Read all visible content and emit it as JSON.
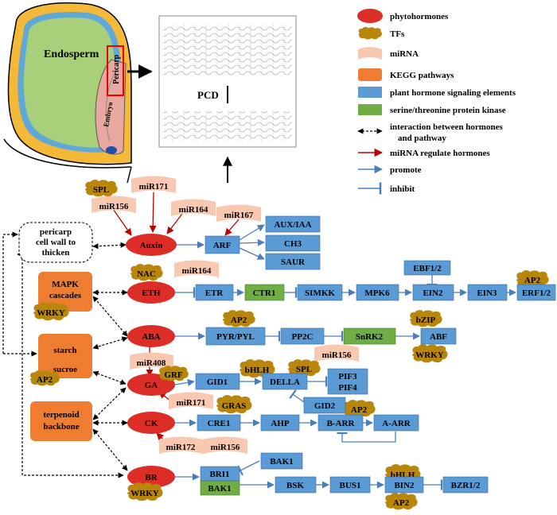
{
  "legend": {
    "phytohormones": "phytohormones",
    "tfs": "TFs",
    "mirna": "miRNA",
    "kegg": "KEGG pathways",
    "signaling": "plant hormone signaling elements",
    "kinase": "serine/threonine protein kinase",
    "interaction_line1": "interaction between hormones",
    "interaction_line2": "and pathway",
    "mirna_regulate": "miRNA regulate hormones",
    "promote": "promote",
    "inhibit": "inhibit"
  },
  "seed": {
    "endosperm": "Endosperm",
    "pericarp": "Pericarp",
    "embryo": "Embryo",
    "pcd": "PCD"
  },
  "pericarp_box": {
    "l1": "pericarp",
    "l2": "cell wall to",
    "l3": "thicken"
  },
  "kegg": {
    "mapk_l1": "MAPK",
    "mapk_l2": "cascades",
    "starch": "starch",
    "sucroe": "sucroe",
    "terp_l1": "terpenoid",
    "terp_l2": "backbone"
  },
  "hormones": {
    "auxin": "Auxin",
    "eth": "ETH",
    "aba": "ABA",
    "ga": "GA",
    "ck": "CK",
    "br": "BR"
  },
  "tfs": {
    "spl1": "SPL",
    "nac": "NAC",
    "wrky1": "WRKY",
    "ap2_1": "AP2",
    "ap2_2": "AP2",
    "grf": "GRF",
    "bhlh1": "bHLH",
    "spl2": "SPL",
    "gras": "GRAS",
    "ap2_3": "AP2",
    "bzip": "bZIP",
    "wrky2": "WRKY",
    "ap2_4": "AP2",
    "bhlh2": "bHLH",
    "ap2_5": "AP2",
    "wrky3": "WRKY"
  },
  "mirnas": {
    "mir171a": "miR171",
    "mir156a": "miR156",
    "mir164a": "miR164",
    "mir167": "miR167",
    "mir164b": "miR164",
    "mir408": "miR408",
    "mir156b": "miR156",
    "mir171b": "miR171",
    "mir172": "miR172",
    "mir156c": "miR156"
  },
  "elements": {
    "arf": "ARF",
    "auxiaa": "AUX/IAA",
    "ch3": "CH3",
    "saur": "SAUR",
    "etr": "ETR",
    "simkk": "SIMKK",
    "mpk6": "MPK6",
    "ebf12": "EBF1/2",
    "ein2": "EIN2",
    "ein3": "EIN3",
    "erf12": "ERF1/2",
    "pyr": "PYR/PYL",
    "pp2c": "PP2C",
    "abf": "ABF",
    "gid1": "GID1",
    "della": "DELLA",
    "pif3": "PIF3",
    "pif4": "PIF4",
    "gid2": "GID2",
    "cre1": "CRE1",
    "ahp": "AHP",
    "barr": "B-ARR",
    "aarr": "A-ARR",
    "bri1": "BRI1",
    "bak1_top": "BAK1",
    "bsk": "BSK",
    "bus1": "BUS1",
    "bin2": "BIN2",
    "bzr12": "BZR1/2"
  },
  "kinases": {
    "ctr1": "CTR1",
    "snrk2": "SnRK2",
    "bak1": "BAK1"
  },
  "colors": {
    "hormone": "#dc2d26",
    "tf": "#b8860b",
    "mirna": "#f8c9b0",
    "kegg": "#ee7d32",
    "element": "#5b9bd5",
    "kinase": "#70ad47",
    "mirna_arrow": "#c00000",
    "promote": "#4a7ebb"
  }
}
